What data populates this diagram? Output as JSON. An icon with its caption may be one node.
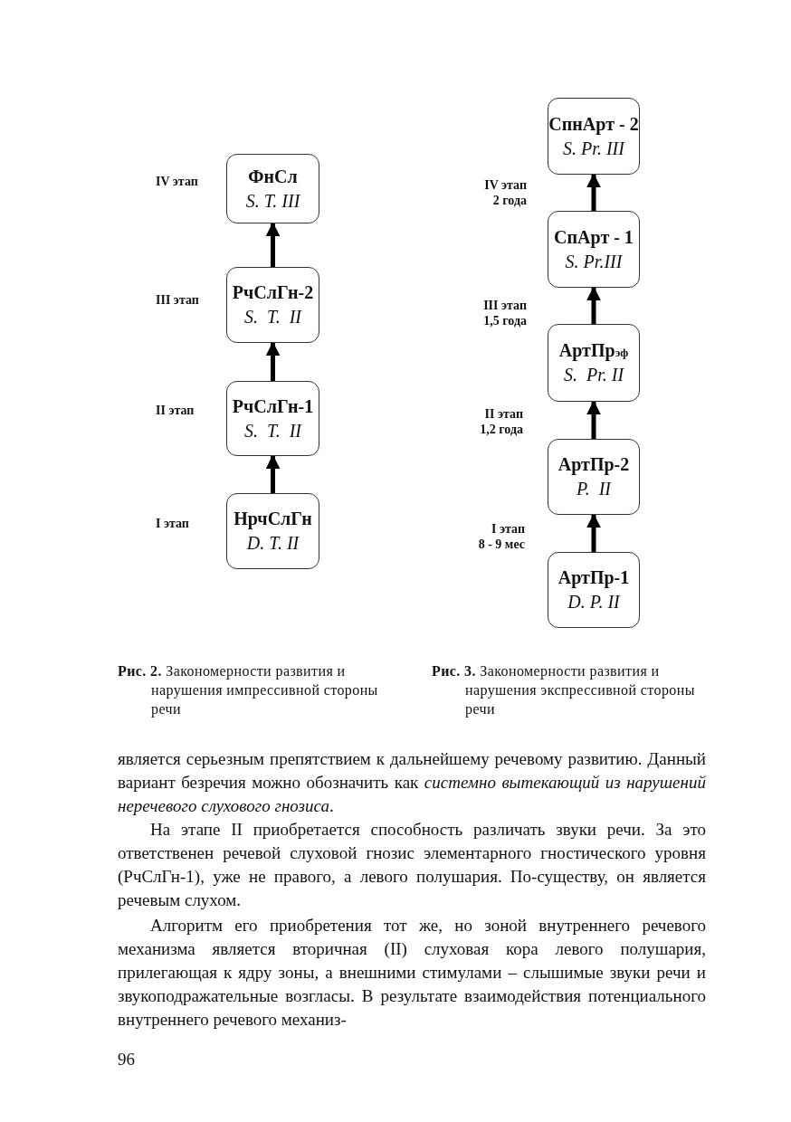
{
  "diagram": {
    "nodes": [
      {
        "text": [
          "ФнСл",
          "S. T. III"
        ]
      },
      {
        "text": [
          "РчСлГн-2",
          "S.  T.  II"
        ]
      },
      {
        "text": [
          "РчСлГн-1",
          "S.  T.  II"
        ]
      },
      {
        "text": [
          "НрчСлГн",
          "D. T. II"
        ]
      },
      {
        "text": [
          "СпнАрт - 2",
          "S. Pr. III"
        ]
      },
      {
        "text": [
          "СпАрт - 1",
          "S. Pr.III"
        ]
      },
      {
        "text": [
          "АртПр$_{эф}$",
          "S.  Pr. II"
        ]
      },
      {
        "text": [
          "АртПр-2",
          "P.  II"
        ]
      },
      {
        "text": [
          "АртПр-1",
          "D. P. II"
        ]
      }
    ],
    "edges": [
      {
        "from": 3,
        "to": 2,
        "arrow": "to"
      },
      {
        "from": 2,
        "to": 1,
        "arrow": "to"
      },
      {
        "from": 1,
        "to": 0,
        "arrow": "to"
      },
      {
        "from": 8,
        "to": 7,
        "arrow": "to"
      },
      {
        "from": 7,
        "to": 6,
        "arrow": "to"
      },
      {
        "from": 6,
        "to": 5,
        "arrow": "to"
      },
      {
        "from": 5,
        "to": 4,
        "arrow": "to"
      }
    ],
    "labels": [
      "IV этап",
      "III этап",
      "II этап",
      "I этап",
      "IV этап",
      "2 года",
      "III этап",
      "1,5 года",
      "II этап",
      "1,2 года",
      "I этап",
      "8 - 9 мес",
      "**Рис. 2.** Закономерности развития и нарушения импрессивной стороны речи",
      "**Рис. 3.** Закономерности развития и нарушения экспрессивной стороны речи",
      "является серьезным препятствием к дальнейшему речевому развитию. Данный вариант безречия можно обозначить как *системно вытекающий из нарушений неречевого слухового гнозиса*.",
      "На этапе II приобретается способность различать звуки речи. За это ответственен речевой слуховой гнозис элементарного гностического уровня (РчСлГн-1), уже не правого, а левого полушария. По-существу, он является речевым слухом.",
      "Алгоритм его приобретения тот же, но зоной внутреннего речевого механизма является вторичная (II) слуховая кора левого полушария, прилегающая к ядру зоны, а внешними стимулами – слышимые звуки речи и звукоподражательные возгласы. В результате взаимодействия потенциального внутреннего речевого механиз-",
      "96"
    ]
  }
}
